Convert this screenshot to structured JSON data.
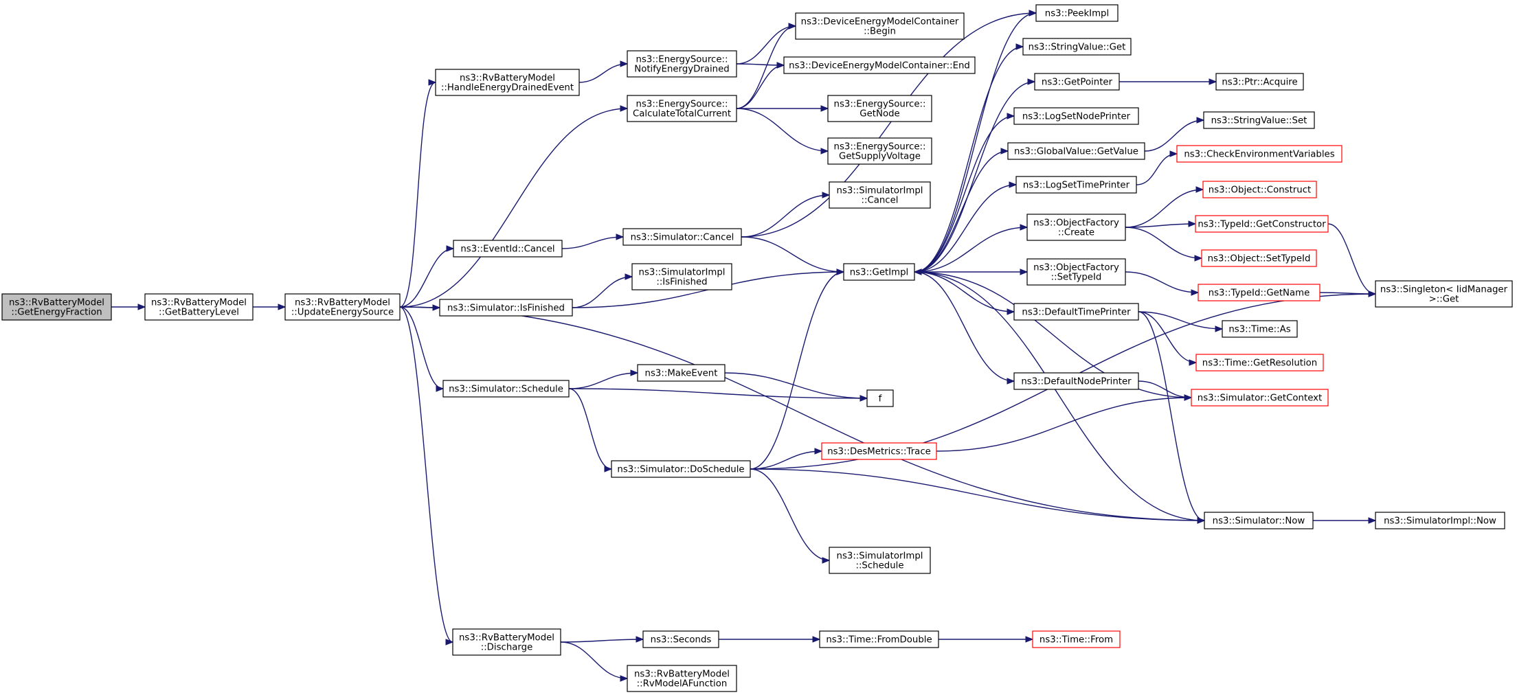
{
  "colors": {
    "edge": "#191970",
    "root_fill": "#bfbfbf",
    "truncated_border": "#ff0000",
    "default_border": "#000000"
  },
  "nodes": [
    {
      "id": "n_getenergyfraction",
      "label_lines": [
        "ns3::RvBatteryModel",
        "::GetEnergyFraction"
      ],
      "style": "root"
    },
    {
      "id": "n_getbatterylevel",
      "label_lines": [
        "ns3::RvBatteryModel",
        "::GetBatteryLevel"
      ],
      "style": "normal"
    },
    {
      "id": "n_updateenergysource",
      "label_lines": [
        "ns3::RvBatteryModel",
        "::UpdateEnergySource"
      ],
      "style": "normal"
    },
    {
      "id": "n_handleenergydrained",
      "label_lines": [
        "ns3::RvBatteryModel",
        "::HandleEnergyDrainedEvent"
      ],
      "style": "normal"
    },
    {
      "id": "n_notifyenergydrained",
      "label_lines": [
        "ns3::EnergySource::",
        "NotifyEnergyDrained"
      ],
      "style": "normal"
    },
    {
      "id": "n_demc_begin",
      "label_lines": [
        "ns3::DeviceEnergyModelContainer",
        "::Begin"
      ],
      "style": "normal"
    },
    {
      "id": "n_demc_end",
      "label_lines": [
        "ns3::DeviceEnergyModelContainer::End"
      ],
      "style": "normal"
    },
    {
      "id": "n_calctotalcurrent",
      "label_lines": [
        "ns3::EnergySource::",
        "CalculateTotalCurrent"
      ],
      "style": "normal"
    },
    {
      "id": "n_getnode",
      "label_lines": [
        "ns3::EnergySource::",
        "GetNode"
      ],
      "style": "normal"
    },
    {
      "id": "n_getsupplyvoltage",
      "label_lines": [
        "ns3::EnergySource::",
        "GetSupplyVoltage"
      ],
      "style": "normal"
    },
    {
      "id": "n_eventid_cancel",
      "label_lines": [
        "ns3::EventId::Cancel"
      ],
      "style": "normal"
    },
    {
      "id": "n_simulator_cancel",
      "label_lines": [
        "ns3::Simulator::Cancel"
      ],
      "style": "normal"
    },
    {
      "id": "n_simimpl_cancel",
      "label_lines": [
        "ns3::SimulatorImpl",
        "::Cancel"
      ],
      "style": "normal"
    },
    {
      "id": "n_simulator_isfinished",
      "label_lines": [
        "ns3::Simulator::IsFinished"
      ],
      "style": "normal"
    },
    {
      "id": "n_simimpl_isfinished",
      "label_lines": [
        "ns3::SimulatorImpl",
        "::IsFinished"
      ],
      "style": "normal"
    },
    {
      "id": "n_getimpl",
      "label_lines": [
        "ns3::GetImpl"
      ],
      "style": "normal"
    },
    {
      "id": "n_simulator_schedule",
      "label_lines": [
        "ns3::Simulator::Schedule"
      ],
      "style": "normal"
    },
    {
      "id": "n_makeevent",
      "label_lines": [
        "ns3::MakeEvent"
      ],
      "style": "normal"
    },
    {
      "id": "n_f",
      "label_lines": [
        "f"
      ],
      "style": "normal"
    },
    {
      "id": "n_doschedule",
      "label_lines": [
        "ns3::Simulator::DoSchedule"
      ],
      "style": "normal"
    },
    {
      "id": "n_desmetrics_trace",
      "label_lines": [
        "ns3::DesMetrics::Trace"
      ],
      "style": "red"
    },
    {
      "id": "n_simimpl_schedule",
      "label_lines": [
        "ns3::SimulatorImpl",
        "::Schedule"
      ],
      "style": "normal"
    },
    {
      "id": "n_discharge",
      "label_lines": [
        "ns3::RvBatteryModel",
        "::Discharge"
      ],
      "style": "normal"
    },
    {
      "id": "n_seconds",
      "label_lines": [
        "ns3::Seconds"
      ],
      "style": "normal"
    },
    {
      "id": "n_fromdouble",
      "label_lines": [
        "ns3::Time::FromDouble"
      ],
      "style": "normal"
    },
    {
      "id": "n_time_from",
      "label_lines": [
        "ns3::Time::From"
      ],
      "style": "red"
    },
    {
      "id": "n_rvmodelafunction",
      "label_lines": [
        "ns3::RvBatteryModel",
        "::RvModelAFunction"
      ],
      "style": "normal"
    },
    {
      "id": "n_peekimpl",
      "label_lines": [
        "ns3::PeekImpl"
      ],
      "style": "normal"
    },
    {
      "id": "n_stringvalue_get",
      "label_lines": [
        "ns3::StringValue::Get"
      ],
      "style": "normal"
    },
    {
      "id": "n_getpointer",
      "label_lines": [
        "ns3::GetPointer"
      ],
      "style": "normal"
    },
    {
      "id": "n_ptr_acquire",
      "label_lines": [
        "ns3::Ptr::Acquire"
      ],
      "style": "normal"
    },
    {
      "id": "n_logsetnodeprinter",
      "label_lines": [
        "ns3::LogSetNodePrinter"
      ],
      "style": "normal"
    },
    {
      "id": "n_stringvalue_set",
      "label_lines": [
        "ns3::StringValue::Set"
      ],
      "style": "normal"
    },
    {
      "id": "n_globalvalue_getvalue",
      "label_lines": [
        "ns3::GlobalValue::GetValue"
      ],
      "style": "normal"
    },
    {
      "id": "n_checkenvvars",
      "label_lines": [
        "ns3::CheckEnvironmentVariables"
      ],
      "style": "red"
    },
    {
      "id": "n_logsettimeprinter",
      "label_lines": [
        "ns3::LogSetTimePrinter"
      ],
      "style": "normal"
    },
    {
      "id": "n_object_construct",
      "label_lines": [
        "ns3::Object::Construct"
      ],
      "style": "red"
    },
    {
      "id": "n_objectfactory_create",
      "label_lines": [
        "ns3::ObjectFactory",
        "::Create"
      ],
      "style": "normal"
    },
    {
      "id": "n_typeid_getconstructor",
      "label_lines": [
        "ns3::TypeId::GetConstructor"
      ],
      "style": "red"
    },
    {
      "id": "n_object_settypeid",
      "label_lines": [
        "ns3::Object::SetTypeId"
      ],
      "style": "red"
    },
    {
      "id": "n_objectfactory_settypeid",
      "label_lines": [
        "ns3::ObjectFactory",
        "::SetTypeId"
      ],
      "style": "normal"
    },
    {
      "id": "n_typeid_getname",
      "label_lines": [
        "ns3::TypeId::GetName"
      ],
      "style": "red"
    },
    {
      "id": "n_singleton_get",
      "label_lines": [
        "ns3::Singleton< IidManager",
        " >::Get"
      ],
      "style": "normal"
    },
    {
      "id": "n_defaulttimeprinter",
      "label_lines": [
        "ns3::DefaultTimePrinter"
      ],
      "style": "normal"
    },
    {
      "id": "n_time_as",
      "label_lines": [
        "ns3::Time::As"
      ],
      "style": "normal"
    },
    {
      "id": "n_time_getresolution",
      "label_lines": [
        "ns3::Time::GetResolution"
      ],
      "style": "red"
    },
    {
      "id": "n_defaultnodeprinter",
      "label_lines": [
        "ns3::DefaultNodePrinter"
      ],
      "style": "normal"
    },
    {
      "id": "n_simulator_getcontext",
      "label_lines": [
        "ns3::Simulator::GetContext"
      ],
      "style": "red"
    },
    {
      "id": "n_simulator_now",
      "label_lines": [
        "ns3::Simulator::Now"
      ],
      "style": "normal"
    },
    {
      "id": "n_simimpl_now",
      "label_lines": [
        "ns3::SimulatorImpl::Now"
      ],
      "style": "normal"
    }
  ],
  "edges": [
    [
      "n_getenergyfraction",
      "n_getbatterylevel"
    ],
    [
      "n_getbatterylevel",
      "n_updateenergysource"
    ],
    [
      "n_updateenergysource",
      "n_handleenergydrained"
    ],
    [
      "n_updateenergysource",
      "n_calctotalcurrent"
    ],
    [
      "n_updateenergysource",
      "n_eventid_cancel"
    ],
    [
      "n_updateenergysource",
      "n_simulator_isfinished"
    ],
    [
      "n_updateenergysource",
      "n_simulator_schedule"
    ],
    [
      "n_updateenergysource",
      "n_simulator_now"
    ],
    [
      "n_updateenergysource",
      "n_discharge"
    ],
    [
      "n_handleenergydrained",
      "n_notifyenergydrained"
    ],
    [
      "n_notifyenergydrained",
      "n_demc_begin"
    ],
    [
      "n_notifyenergydrained",
      "n_demc_end"
    ],
    [
      "n_calctotalcurrent",
      "n_demc_begin"
    ],
    [
      "n_calctotalcurrent",
      "n_demc_end"
    ],
    [
      "n_calctotalcurrent",
      "n_getnode"
    ],
    [
      "n_calctotalcurrent",
      "n_getsupplyvoltage"
    ],
    [
      "n_eventid_cancel",
      "n_simulator_cancel"
    ],
    [
      "n_simulator_cancel",
      "n_simimpl_cancel"
    ],
    [
      "n_simulator_cancel",
      "n_getimpl"
    ],
    [
      "n_simulator_cancel",
      "n_peekimpl"
    ],
    [
      "n_simulator_isfinished",
      "n_simimpl_isfinished"
    ],
    [
      "n_simulator_isfinished",
      "n_getimpl"
    ],
    [
      "n_simulator_schedule",
      "n_makeevent"
    ],
    [
      "n_simulator_schedule",
      "n_f"
    ],
    [
      "n_simulator_schedule",
      "n_doschedule"
    ],
    [
      "n_makeevent",
      "n_f"
    ],
    [
      "n_doschedule",
      "n_getimpl"
    ],
    [
      "n_doschedule",
      "n_desmetrics_trace"
    ],
    [
      "n_doschedule",
      "n_simulator_now"
    ],
    [
      "n_doschedule",
      "n_simimpl_schedule"
    ],
    [
      "n_doschedule",
      "n_singleton_get"
    ],
    [
      "n_desmetrics_trace",
      "n_simulator_getcontext"
    ],
    [
      "n_discharge",
      "n_seconds"
    ],
    [
      "n_discharge",
      "n_rvmodelafunction"
    ],
    [
      "n_seconds",
      "n_fromdouble"
    ],
    [
      "n_fromdouble",
      "n_time_from"
    ],
    [
      "n_getimpl",
      "n_peekimpl"
    ],
    [
      "n_getimpl",
      "n_stringvalue_get"
    ],
    [
      "n_getimpl",
      "n_getpointer"
    ],
    [
      "n_getimpl",
      "n_logsetnodeprinter"
    ],
    [
      "n_getimpl",
      "n_globalvalue_getvalue"
    ],
    [
      "n_getimpl",
      "n_logsettimeprinter"
    ],
    [
      "n_getimpl",
      "n_objectfactory_create"
    ],
    [
      "n_getimpl",
      "n_objectfactory_settypeid"
    ],
    [
      "n_getimpl",
      "n_defaulttimeprinter"
    ],
    [
      "n_getimpl",
      "n_defaultnodeprinter"
    ],
    [
      "n_getpointer",
      "n_ptr_acquire"
    ],
    [
      "n_globalvalue_getvalue",
      "n_stringvalue_set"
    ],
    [
      "n_logsettimeprinter",
      "n_checkenvvars"
    ],
    [
      "n_objectfactory_create",
      "n_object_construct"
    ],
    [
      "n_objectfactory_create",
      "n_typeid_getconstructor"
    ],
    [
      "n_objectfactory_create",
      "n_object_settypeid"
    ],
    [
      "n_typeid_getconstructor",
      "n_singleton_get"
    ],
    [
      "n_objectfactory_settypeid",
      "n_typeid_getname"
    ],
    [
      "n_typeid_getname",
      "n_singleton_get"
    ],
    [
      "n_defaulttimeprinter",
      "n_time_as"
    ],
    [
      "n_defaulttimeprinter",
      "n_time_getresolution"
    ],
    [
      "n_defaulttimeprinter",
      "n_simulator_now"
    ],
    [
      "n_defaultnodeprinter",
      "n_simulator_getcontext"
    ],
    [
      "n_simulator_getcontext",
      "n_getimpl"
    ],
    [
      "n_simulator_now",
      "n_getimpl"
    ],
    [
      "n_simulator_now",
      "n_simimpl_now"
    ]
  ]
}
